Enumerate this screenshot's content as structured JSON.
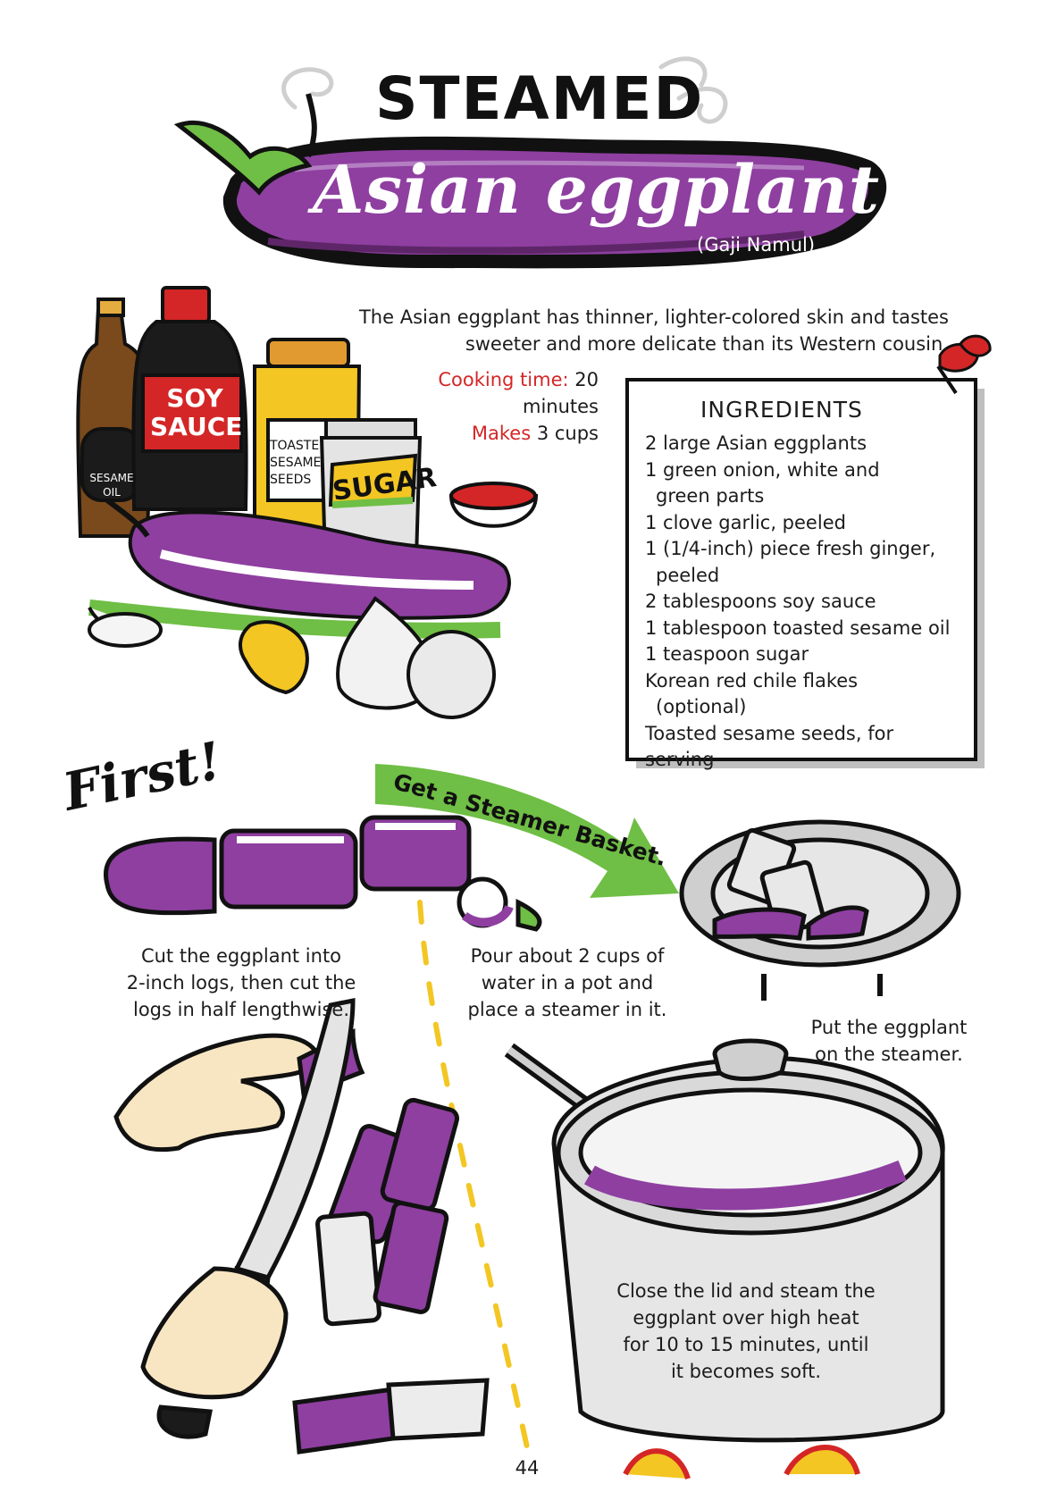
{
  "title": {
    "line1": "STEAMED",
    "line2": "Asian eggplant",
    "subtitle": "(Gaji Namul)"
  },
  "intro": {
    "line1": "The Asian eggplant has thinner, lighter-colored skin and tastes",
    "line2": "sweeter and more delicate than its Western cousin."
  },
  "meta": {
    "cooking_time_label": "Cooking time:",
    "cooking_time_value": "20 minutes",
    "makes_label": "Makes",
    "makes_value": "3 cups"
  },
  "bottle_labels": {
    "soy_1": "SOY",
    "soy_2": "SAUCE",
    "sesame_1": "SESAME",
    "sesame_2": "OIL",
    "seeds_1": "TOASTE",
    "seeds_2": "SESAME",
    "seeds_3": "SEEDS",
    "sugar": "SUGAR"
  },
  "ingredients": {
    "heading": "INGREDIENTS",
    "items": [
      "2 large Asian eggplants",
      "1 green onion, white and",
      "green parts",
      "1 clove garlic, peeled",
      "1 (1/4-inch) piece fresh ginger,",
      "peeled",
      "2 tablespoons soy sauce",
      "1 tablespoon toasted sesame oil",
      "1 teaspoon sugar",
      "Korean red chile flakes",
      "(optional)",
      "Toasted sesame seeds, for serving"
    ]
  },
  "first_label": "First!",
  "banner_label": "Get a Steamer Basket.",
  "steps": {
    "cut": [
      "Cut the eggplant into",
      "2-inch logs, then cut the",
      "logs in half lengthwise."
    ],
    "pour": [
      "Pour about 2 cups of",
      "water in a pot and",
      "place a steamer in it."
    ],
    "put": [
      "Put the eggplant",
      "on the steamer."
    ],
    "close": [
      "Close the lid and steam the",
      "eggplant over high heat",
      "for 10 to 15 minutes, until",
      "it becomes soft."
    ]
  },
  "page_number": "44",
  "colors": {
    "purple": "#8e3fa0",
    "green": "#6fbe45",
    "red": "#d42626",
    "yellow": "#f3c623",
    "black": "#111111"
  }
}
